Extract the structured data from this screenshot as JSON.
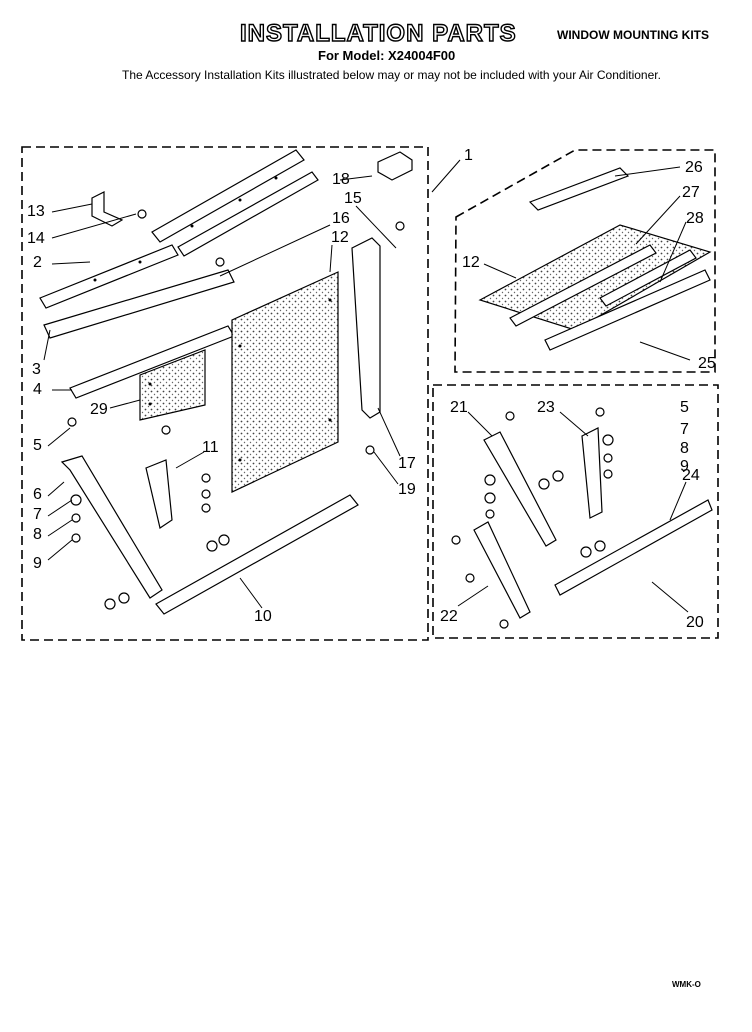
{
  "header": {
    "title": "INSTALLATION PARTS",
    "kit_type": "WINDOW MOUNTING KITS",
    "model": "For Model: X24004F00",
    "note": "The Accessory Installation Kits illustrated below may or may not be included with your Air Conditioner."
  },
  "footer": {
    "code": "WMK-O"
  },
  "callouts": [
    "1",
    "2",
    "3",
    "4",
    "5",
    "6",
    "7",
    "8",
    "9",
    "10",
    "11",
    "12",
    "13",
    "14",
    "15",
    "16",
    "17",
    "18",
    "19",
    "20",
    "21",
    "22",
    "23",
    "24",
    "25",
    "26",
    "27",
    "28",
    "29"
  ]
}
